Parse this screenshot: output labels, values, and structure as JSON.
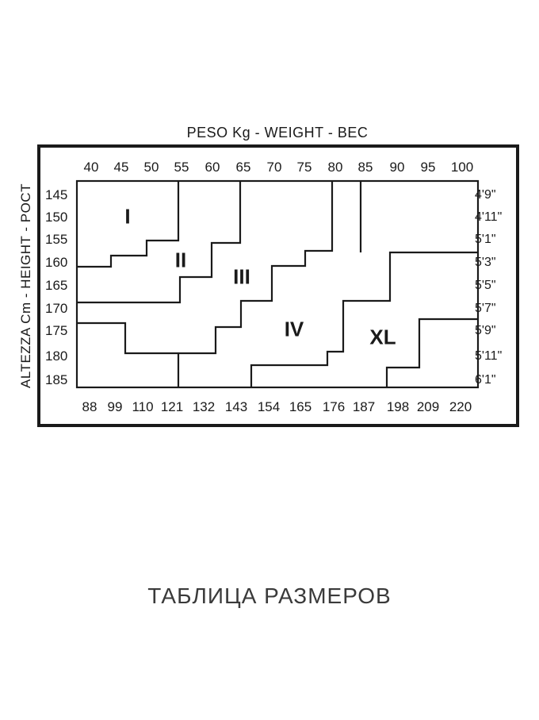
{
  "chart_title": "PESO Kg - WEIGHT - BEC",
  "axis_vertical_title": "ALTEZZA Cm - HEIGHT - POCT",
  "weight_kg": [
    "40",
    "45",
    "50",
    "55",
    "60",
    "65",
    "70",
    "75",
    "80",
    "85",
    "90",
    "95",
    "100"
  ],
  "weight_lb": [
    "88",
    "99",
    "110",
    "121",
    "132",
    "143",
    "154",
    "165",
    "176",
    "187",
    "198",
    "209",
    "220"
  ],
  "height_cm": [
    "145",
    "150",
    "155",
    "160",
    "165",
    "170",
    "175",
    "180",
    "185"
  ],
  "height_ft": [
    "4'9\"",
    "4'11\"",
    "5'1\"",
    "5'3\"",
    "5'5\"",
    "5'7\"",
    "5'9\"",
    "5'11\"",
    "6'1\""
  ],
  "sizes": [
    "I",
    "II",
    "III",
    "IV",
    "XL"
  ],
  "caption": "ТАБЛИЦА РАЗМЕРОВ"
}
